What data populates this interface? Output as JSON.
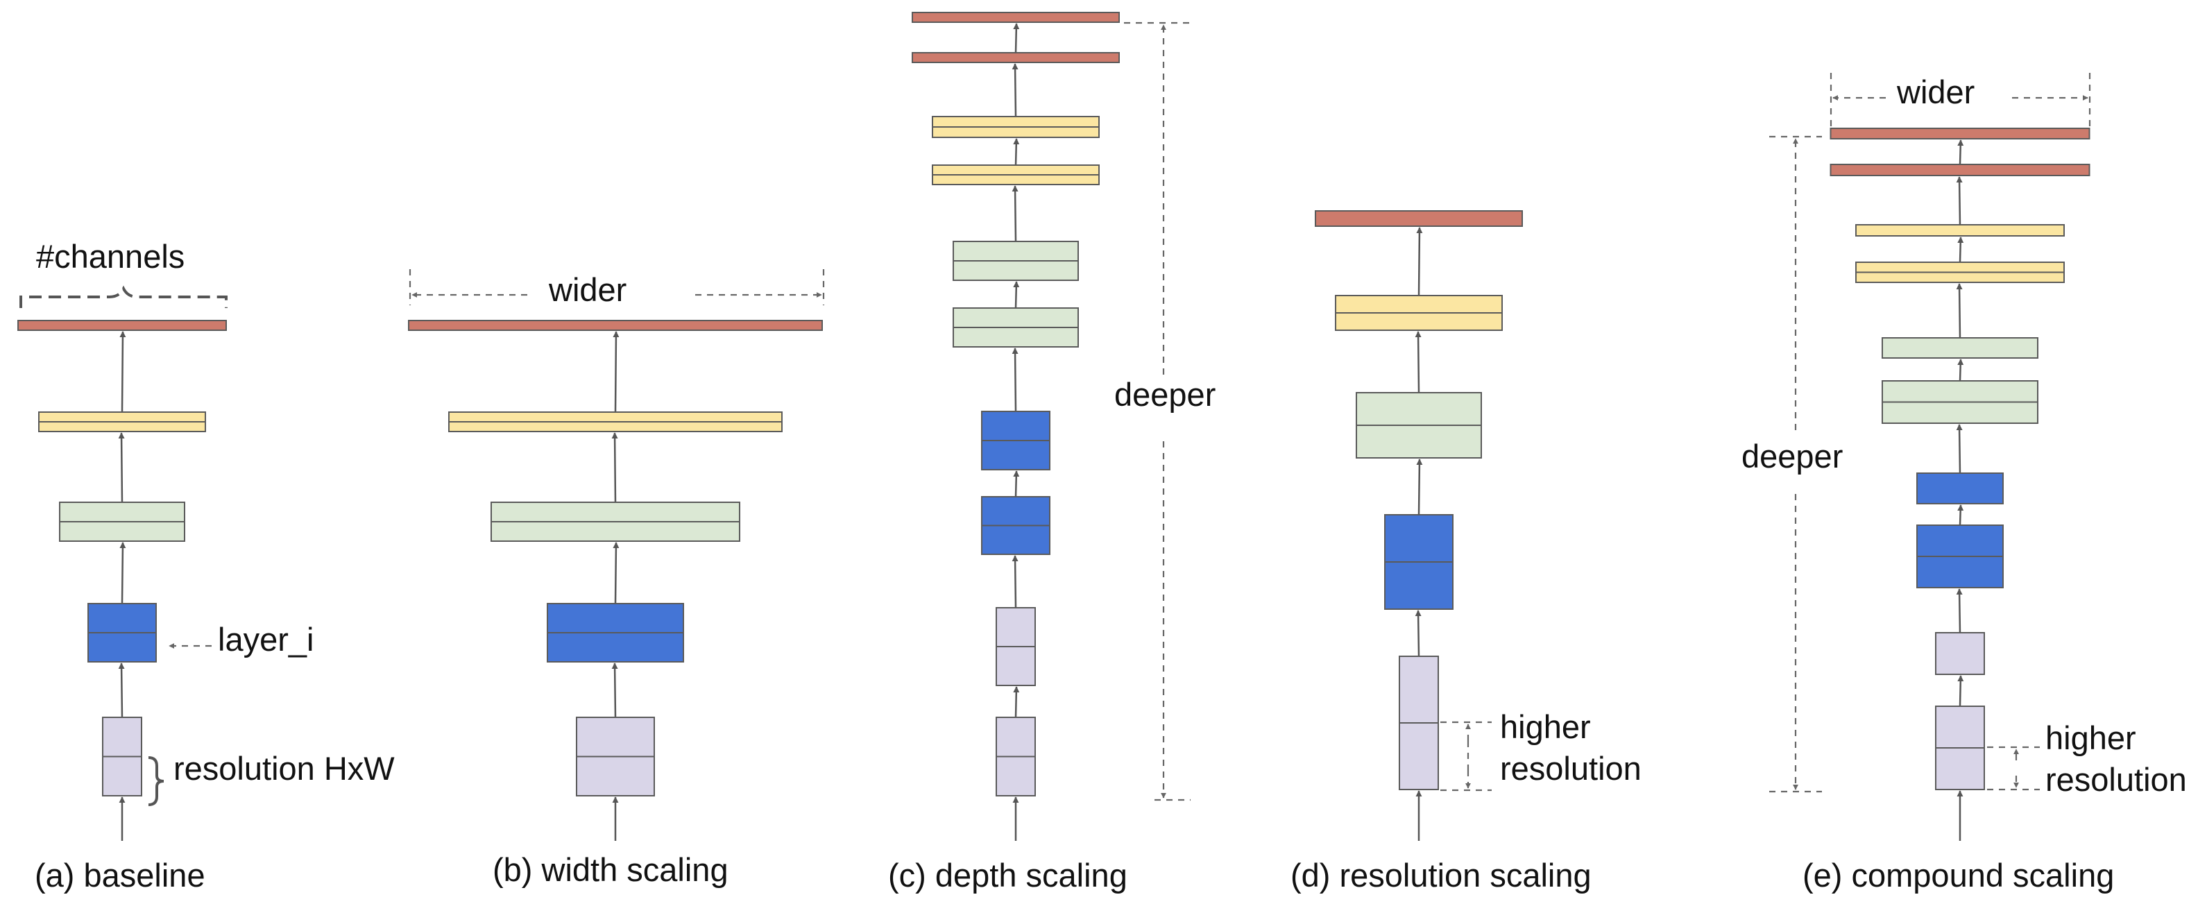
{
  "colors": {
    "red": "#cd7b6c",
    "yellow": "#fbe6a2",
    "green": "#dbe8d4",
    "blue": "#4475d6",
    "purple": "#d9d5e8",
    "blue_divider": "#2f4f95"
  },
  "panels": [
    {
      "id": "baseline",
      "caption": "(a) baseline",
      "annotations": {
        "channels": "#channels",
        "layer": "layer_i",
        "resolution": "resolution HxW"
      }
    },
    {
      "id": "width",
      "caption": "(b) width scaling",
      "annotations": {
        "wider": "wider"
      }
    },
    {
      "id": "depth",
      "caption": "(c) depth scaling",
      "annotations": {
        "deeper": "deeper"
      }
    },
    {
      "id": "resolution",
      "caption": "(d) resolution scaling",
      "annotations": {
        "higher": "higher",
        "resolution": "resolution"
      }
    },
    {
      "id": "compound",
      "caption": "(e) compound scaling",
      "annotations": {
        "wider": "wider",
        "deeper": "deeper",
        "higher": "higher",
        "resolution": "resolution"
      }
    }
  ]
}
